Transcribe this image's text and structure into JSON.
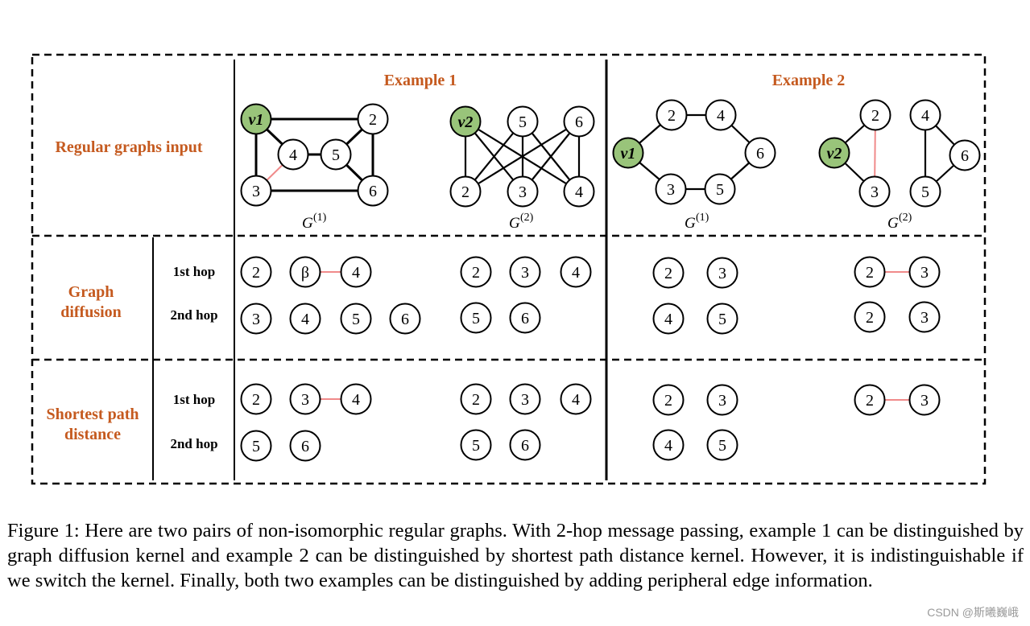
{
  "example1_title": "Example 1",
  "example2_title": "Example 2",
  "row_labels": {
    "input": "Regular graphs input",
    "diffusion_line1": "Graph",
    "diffusion_line2": "diffusion",
    "spd_line1": "Shortest path",
    "spd_line2": "distance"
  },
  "hops": {
    "first": "1st hop",
    "second": "2nd hop"
  },
  "graph_labels": {
    "base": "G",
    "sup1": "(1)",
    "sup2": "(2)"
  },
  "colors": {
    "header": "#c55a1f",
    "highlight_node": "#99c47a",
    "peripheral_edge": "#f08a8a"
  },
  "input_graphs": [
    {
      "nodes": [
        {
          "label": "v1",
          "highlight": true
        },
        {
          "label": "2"
        },
        {
          "label": "4"
        },
        {
          "label": "5"
        },
        {
          "label": "3"
        },
        {
          "label": "6"
        }
      ],
      "edges": [
        [
          0,
          1
        ],
        [
          0,
          4
        ],
        [
          0,
          2
        ],
        [
          1,
          3
        ],
        [
          1,
          5
        ],
        [
          2,
          3
        ],
        [
          4,
          5
        ],
        [
          2,
          4,
          "peripheral"
        ],
        [
          3,
          5
        ]
      ]
    },
    {
      "nodes": [
        {
          "label": "v2",
          "highlight": true
        },
        {
          "label": "5"
        },
        {
          "label": "6"
        },
        {
          "label": "2"
        },
        {
          "label": "3"
        },
        {
          "label": "4"
        }
      ],
      "edges": [
        [
          0,
          3
        ],
        [
          0,
          4
        ],
        [
          0,
          5
        ],
        [
          1,
          3
        ],
        [
          1,
          4
        ],
        [
          1,
          5
        ],
        [
          2,
          3
        ],
        [
          2,
          4
        ],
        [
          2,
          5
        ]
      ]
    },
    {
      "nodes": [
        {
          "label": "v1",
          "highlight": true
        },
        {
          "label": "2"
        },
        {
          "label": "4"
        },
        {
          "label": "6"
        },
        {
          "label": "5"
        },
        {
          "label": "3"
        }
      ],
      "edges": [
        [
          0,
          1
        ],
        [
          1,
          2
        ],
        [
          2,
          3
        ],
        [
          3,
          4
        ],
        [
          4,
          5
        ],
        [
          5,
          0
        ]
      ]
    },
    {
      "nodes": [
        {
          "label": "v2",
          "highlight": true
        },
        {
          "label": "2"
        },
        {
          "label": "3"
        },
        {
          "label": "4"
        },
        {
          "label": "6"
        },
        {
          "label": "5"
        }
      ],
      "edges": [
        [
          0,
          1
        ],
        [
          0,
          2
        ],
        [
          1,
          2,
          "peripheral"
        ],
        [
          3,
          4
        ],
        [
          4,
          5
        ],
        [
          3,
          5
        ]
      ]
    }
  ],
  "hop_nodes": {
    "diffusion_1st": [
      {
        "labels": [
          "2",
          "β",
          "4"
        ],
        "peripheral_edge": [
          1,
          2
        ]
      },
      {
        "labels": [
          "2",
          "3",
          "4"
        ]
      },
      {
        "labels": [
          "2",
          "3"
        ]
      },
      {
        "labels": [
          "2",
          "3"
        ],
        "peripheral_edge": [
          0,
          1
        ]
      }
    ],
    "diffusion_2nd": [
      {
        "labels": [
          "3",
          "4",
          "5",
          "6"
        ]
      },
      {
        "labels": [
          "5",
          "6"
        ]
      },
      {
        "labels": [
          "4",
          "5"
        ]
      },
      {
        "labels": [
          "2",
          "3"
        ]
      }
    ],
    "spd_1st": [
      {
        "labels": [
          "2",
          "3",
          "4"
        ],
        "peripheral_edge": [
          1,
          2
        ]
      },
      {
        "labels": [
          "2",
          "3",
          "4"
        ]
      },
      {
        "labels": [
          "2",
          "3"
        ]
      },
      {
        "labels": [
          "2",
          "3"
        ],
        "peripheral_edge": [
          0,
          1
        ]
      }
    ],
    "spd_2nd": [
      {
        "labels": [
          "5",
          "6"
        ]
      },
      {
        "labels": [
          "5",
          "6"
        ]
      },
      {
        "labels": [
          "4",
          "5"
        ]
      },
      {
        "labels": []
      }
    ]
  },
  "caption": "Figure 1: Here are two pairs of non-isomorphic regular graphs. With 2-hop message passing, example 1 can be distinguished by graph diffusion kernel and example 2 can be distinguished by shortest path distance kernel. However, it is indistinguishable if we switch the kernel. Finally, both two examples can be distinguished by adding peripheral edge information.",
  "watermark": "CSDN @斯曦巍峨"
}
